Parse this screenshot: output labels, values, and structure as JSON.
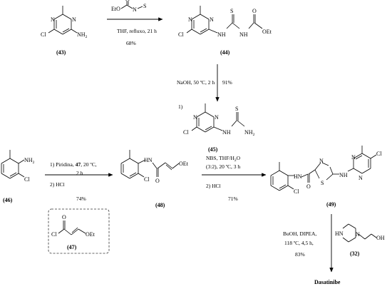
{
  "compounds": {
    "c43": "(43)",
    "c44": "(44)",
    "c45": "(45)",
    "c46": "(46)",
    "c47": "(47)",
    "c48": "(48)",
    "c49": "(49)",
    "c32": "(32)"
  },
  "atoms": {
    "cl": "Cl",
    "n": "N",
    "nh2": "NH",
    "h": "H",
    "s": "S",
    "o": "O",
    "oh": "OH",
    "eto": "EtO",
    "oet": "OEt",
    "sub2": "2"
  },
  "steps": {
    "s1_cond": "THF, refluxo, 21 h",
    "s1_yield": "68%",
    "s2_cond": "NaOH, 50 ºC, 2 h",
    "s2_yield": "91%",
    "s2_num": "1)",
    "s3_line1": "1) Piridina,",
    "s3_bold": "47",
    "s3_line1b": ", 20 ºC,",
    "s3_line2": "2 h",
    "s3_line3": "2) HCl",
    "s3_yield": "74%",
    "s4_line1": "NBS, THF/H",
    "s4_line1b": "O",
    "s4_line2": "(3:2), 20 ºC, 3 h",
    "s4_line3": "2) HCl",
    "s4_yield": "71%",
    "s5_line1": "BuOH, DIPEA,",
    "s5_line2": "118 ºC, 4,5 h,",
    "s5_yield": "83%",
    "product": "Dasatinibe"
  }
}
